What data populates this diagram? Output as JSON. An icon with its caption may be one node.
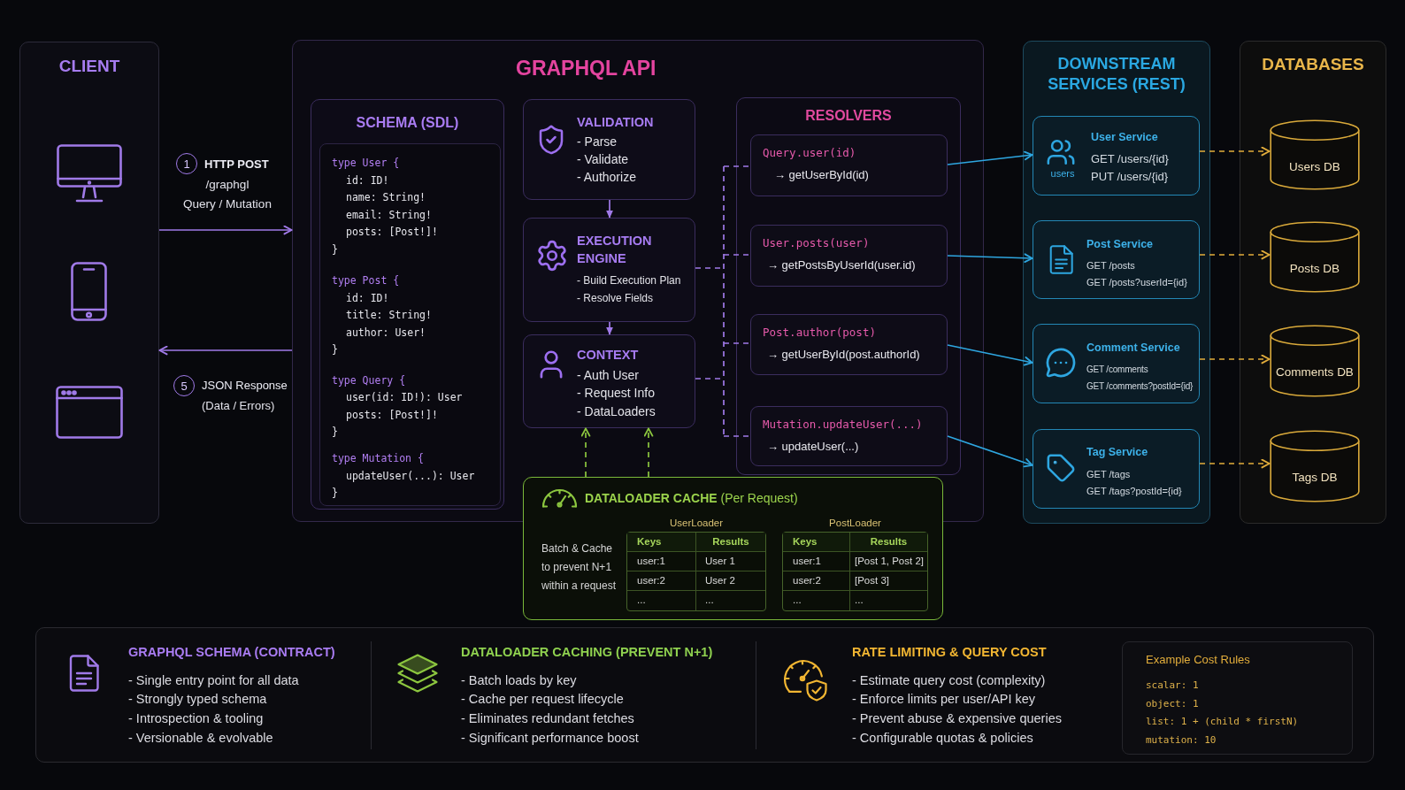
{
  "diagram": {
    "nodes": [
      {
        "text": [
          "CLIENT"
        ]
      },
      {
        "text": [
          "GRAPHQL API"
        ]
      },
      {
        "text": [
          "SCHEMA (SDL)"
        ],
        "in": 1
      },
      {
        "text": [
          "type User {",
          "id: ID!",
          "name: String!",
          "email: String!",
          "posts: [Post!]!",
          "}",
          "type Post {",
          "id: ID!",
          "title: String!",
          "author: User!",
          "}",
          "type Query {",
          "user(id: ID!): User",
          "posts: [Post!]!",
          "}",
          "type Mutation {",
          "updateUser(...): User",
          "}"
        ],
        "in": 2
      },
      {
        "text": [
          "VALIDATION",
          "- Parse",
          "- Validate",
          "- Authorize"
        ],
        "in": 1
      },
      {
        "text": [
          "EXECUTION ENGINE",
          "- Build Execution Plan",
          "- Resolve Fields"
        ],
        "in": 1
      },
      {
        "text": [
          "CONTEXT",
          "- Auth User",
          "- Request Info",
          "- DataLoaders"
        ],
        "in": 1
      },
      {
        "text": [
          "RESOLVERS"
        ],
        "in": 1
      },
      {
        "text": [
          "Query.user(id)",
          "→ getUserById(id)"
        ],
        "in": 7
      },
      {
        "text": [
          "User.posts(user)",
          "→ getPostsByUserId(user.id)"
        ],
        "in": 7
      },
      {
        "text": [
          "Post.author(post)",
          "→ getUserById(post.authorId)"
        ],
        "in": 7
      },
      {
        "text": [
          "Mutation.updateUser(...)",
          "→ updateUser(...)"
        ],
        "in": 7
      },
      {
        "text": [
          "**DATALOADER CACHE** (Per Request)",
          "Batch & Cache to prevent N+1 within a request"
        ]
      },
      {
        "text": [
          "UserLoader",
          "Keys",
          "Results",
          "user:1",
          "User 1",
          "user:2",
          "User 2",
          "...",
          "..."
        ],
        "in": 12
      },
      {
        "text": [
          "PostLoader",
          "Keys",
          "Results",
          "user:1",
          "[Post 1, Post 2]",
          "user:2",
          "[Post 3]",
          "...",
          "..."
        ],
        "in": 12
      },
      {
        "text": [
          "DOWNSTREAM SERVICES (REST)"
        ]
      },
      {
        "text": [
          "users",
          "User Service",
          "GET /users/{id}",
          "PUT /users/{id}"
        ],
        "in": 15
      },
      {
        "text": [
          "Post Service",
          "GET /posts",
          "GET /posts?userId={id}"
        ],
        "in": 15
      },
      {
        "text": [
          "Comment Service",
          "GET /comments",
          "GET /comments?postId={id}"
        ],
        "in": 15
      },
      {
        "text": [
          "Tag Service",
          "GET /tags",
          "GET /tags?postId={id}"
        ],
        "in": 15
      },
      {
        "text": [
          "DATABASES"
        ]
      },
      {
        "text": [
          "Users DB"
        ],
        "in": 20
      },
      {
        "text": [
          "Posts DB"
        ],
        "in": 20
      },
      {
        "text": [
          "Comments DB"
        ],
        "in": 20
      },
      {
        "text": [
          "Tags DB"
        ],
        "in": 20
      },
      {
        "text": [
          "GRAPHQL SCHEMA (CONTRACT)",
          "- Single entry point for all data",
          "- Strongly typed schema",
          "- Introspection & tooling",
          "- Versionable & evolvable",
          "DATALOADER CACHING (PREVENT N+1)",
          "- Batch loads by key",
          "- Cache per request lifecycle",
          "- Eliminates redundant fetches",
          "- Significant performance boost",
          "RATE LIMITING & QUERY COST",
          "- Estimate query cost (complexity)",
          "- Enforce limits per user/API key",
          "- Prevent abuse & expensive queries",
          "- Configurable quotas & policies"
        ]
      },
      {
        "text": [
          "Example Cost Rules",
          "scalar: 1",
          "object: 1",
          "list: 1 + (child * firstN)",
          "mutation: 10"
        ],
        "in": 25
      }
    ],
    "edges": [
      {
        "from": 0,
        "to": 1,
        "arrow": "to"
      },
      {
        "from": 1,
        "to": 0,
        "arrow": "to"
      },
      {
        "from": 4,
        "to": 5,
        "arrow": "to"
      },
      {
        "from": 5,
        "to": 6,
        "arrow": "to"
      },
      {
        "from": 5,
        "to": 8,
        "arrow": "none",
        "style": "dashed"
      },
      {
        "from": 5,
        "to": 9,
        "arrow": "none",
        "style": "dashed"
      },
      {
        "from": 5,
        "to": 10,
        "arrow": "none",
        "style": "dashed"
      },
      {
        "from": 5,
        "to": 11,
        "arrow": "none",
        "style": "dashed"
      },
      {
        "from": 6,
        "to": 8,
        "arrow": "none",
        "style": "dashed"
      },
      {
        "from": 6,
        "to": 9,
        "arrow": "none",
        "style": "dashed"
      },
      {
        "from": 6,
        "to": 10,
        "arrow": "none",
        "style": "dashed"
      },
      {
        "from": 6,
        "to": 11,
        "arrow": "none",
        "style": "dashed"
      },
      {
        "from": 8,
        "to": 16,
        "arrow": "to",
        "color": "#2ea6e0"
      },
      {
        "from": 9,
        "to": 17,
        "arrow": "to",
        "color": "#2ea6e0"
      },
      {
        "from": 10,
        "to": 18,
        "arrow": "to",
        "color": "#2ea6e0"
      },
      {
        "from": 11,
        "to": 19,
        "arrow": "to",
        "color": "#2ea6e0"
      },
      {
        "from": 16,
        "to": 21,
        "arrow": "to",
        "style": "dashed",
        "color": "#e2ad3b"
      },
      {
        "from": 17,
        "to": 22,
        "arrow": "to",
        "style": "dashed",
        "color": "#e2ad3b"
      },
      {
        "from": 18,
        "to": 23,
        "arrow": "to",
        "style": "dashed",
        "color": "#e2ad3b"
      },
      {
        "from": 19,
        "to": 24,
        "arrow": "to",
        "style": "dashed",
        "color": "#e2ad3b"
      },
      {
        "from": 12,
        "to": 6,
        "arrow": "to",
        "style": "dashed",
        "color": "#8cc63f"
      },
      {
        "from": 12,
        "to": 6,
        "arrow": "to",
        "style": "dashed",
        "color": "#8cc63f"
      }
    ],
    "labels": [
      "1",
      "HTTP POST",
      "/graphgl",
      "Query / Mutation",
      "5",
      "JSON Response",
      "(Data / Errors)"
    ]
  }
}
